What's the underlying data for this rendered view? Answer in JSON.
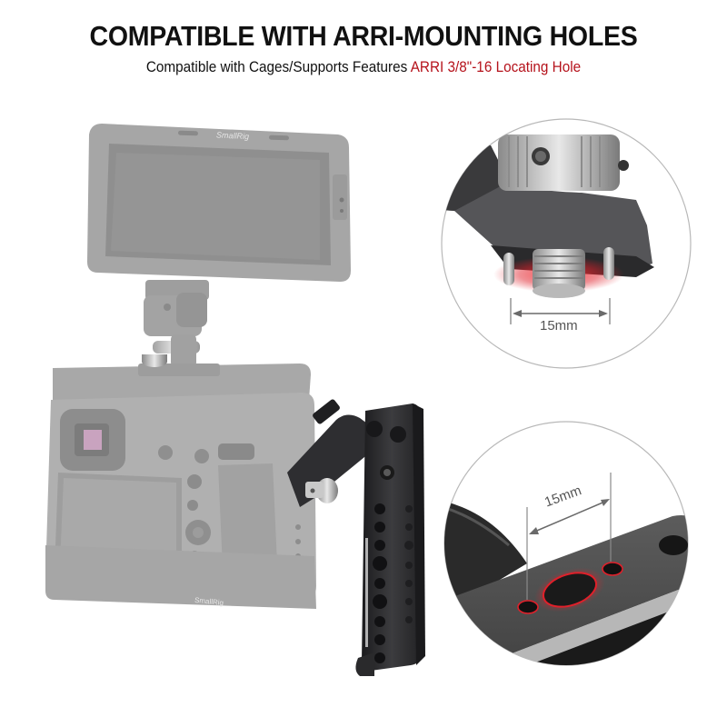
{
  "header": {
    "title": "COMPATIBLE WITH ARRI-MOUNTING HOLES",
    "subtitle_prefix": "Compatible with Cages/Supports Features ",
    "subtitle_accent": "ARRI 3/8\"-16 Locating Hole"
  },
  "product": {
    "monitor_brand": "SmallRig",
    "cage_brand": "SmallRig"
  },
  "callouts": [
    {
      "id": "screw-detail",
      "measurement": "15mm"
    },
    {
      "id": "hole-detail",
      "measurement": "15mm"
    }
  ],
  "colors": {
    "accent": "#b5121b",
    "text": "#111111",
    "ghost_gray": "#a9a9a9",
    "handle_dark": "#2b2b2d",
    "circle_border": "#b8b8b8",
    "highlight_red": "#e0202a"
  }
}
